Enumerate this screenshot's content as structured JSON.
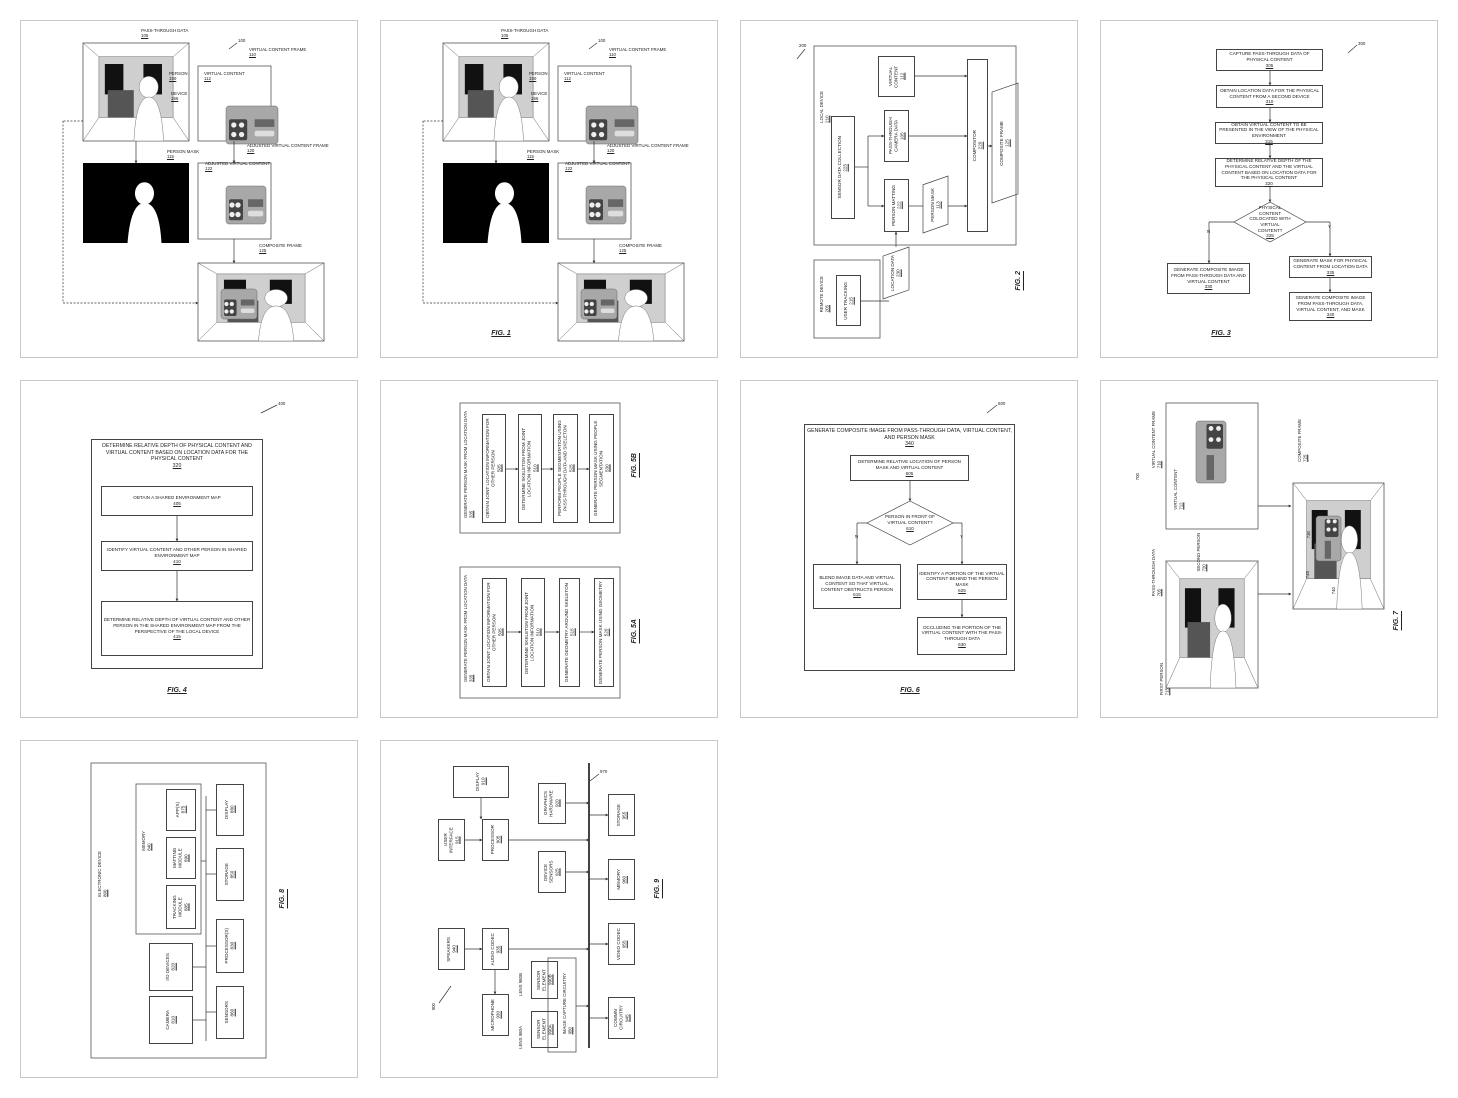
{
  "fig1a": {
    "ref": "100",
    "pass": {
      "text": "PASS-THROUGH DATA",
      "ref": "105"
    },
    "vcf": {
      "text": "VIRTUAL CONTENT FRAME",
      "ref": "110"
    },
    "person": {
      "text": "PERSON",
      "ref": "150"
    },
    "device": {
      "text": "DEVICE",
      "ref": "156"
    },
    "vc": {
      "text": "VIRTUAL CONTENT",
      "ref": "112"
    },
    "mask": {
      "text": "PERSON MASK",
      "ref": "115"
    },
    "avcf": {
      "text": "ADJUSTED VIRTUAL CONTENT FRAME",
      "ref": "120"
    },
    "avc": {
      "text": "ADJUSTED VIRTUAL CONTENT",
      "ref": "122"
    },
    "comp": {
      "text": "COMPOSITE FRAME",
      "ref": "125"
    }
  },
  "fig1b": {
    "ref": "100",
    "pass": {
      "text": "PASS-THROUGH DATA",
      "ref": "105"
    },
    "vcf": {
      "text": "VIRTUAL CONTENT FRAME",
      "ref": "110"
    },
    "person": {
      "text": "PERSON",
      "ref": "150"
    },
    "device": {
      "text": "DEVICE",
      "ref": "156"
    },
    "vc": {
      "text": "VIRTUAL CONTENT",
      "ref": "112"
    },
    "mask": {
      "text": "PERSON MASK",
      "ref": "115"
    },
    "avcf": {
      "text": "ADJUSTED VIRTUAL CONTENT FRAME",
      "ref": "120"
    },
    "avc": {
      "text": "ADJUSTED VIRTUAL CONTENT",
      "ref": "122"
    },
    "comp": {
      "text": "COMPOSITE FRAME",
      "ref": "125"
    },
    "fig": "FIG. 1"
  },
  "fig2": {
    "ref": "200",
    "local": {
      "text": "LOCAL DEVICE",
      "ref": "210"
    },
    "sensor": {
      "text": "SENSOR DATA COLLECTION",
      "ref": "225"
    },
    "matting": {
      "text": "PERSON MATTING",
      "ref": "222"
    },
    "passcam": {
      "text": "PASS-THROUGH CAMERA DATA",
      "ref": "105"
    },
    "vc": {
      "text": "VIRTUAL CONTENT",
      "ref": "112"
    },
    "mask": {
      "text": "PERSON MASK",
      "ref": "113"
    },
    "compositor": {
      "text": "COMPOSITOR",
      "ref": "220"
    },
    "composite": {
      "text": "COMPOSITE FRAME",
      "ref": "125"
    },
    "remote": {
      "text": "REMOTE DEVICE",
      "ref": "205"
    },
    "tracking": {
      "text": "USER TRACKING",
      "ref": "215"
    },
    "location": {
      "text": "LOCATION DATA",
      "ref": "230"
    },
    "fig": "FIG. 2"
  },
  "fig3": {
    "ref": "300",
    "s305": {
      "text": "CAPTURE PASS-THROUGH DATA OF PHYSICAL CONTENT",
      "ref": "305"
    },
    "s310": {
      "text": "OBTAIN LOCATION DATA FOR THE PHYSICAL CONTENT FROM A SECOND DEVICE",
      "ref": "310"
    },
    "s315": {
      "text": "OBTAIN VIRTUAL CONTENT TO BE PRESENTED IN THE VIEW OF THE PHYSICAL ENVIRONMENT",
      "ref": "315"
    },
    "s320": {
      "text": "DETERMINE RELATIVE DEPTH OF THE PHYSICAL CONTENT AND THE VIRTUAL CONTENT BASED ON LOCATION DATA FOR THE PHYSICAL CONTENT",
      "ref": "320"
    },
    "s325": {
      "text": "PHYSICAL CONTENT COLOCATED WITH VIRTUAL CONTENT?",
      "ref": "325"
    },
    "s330": {
      "text": "GENERATE COMPOSITE IMAGE FROM PASS-THROUGH DATA AND VIRTUAL CONTENT",
      "ref": "330"
    },
    "s335": {
      "text": "GENERATE MASK FOR PHYSICAL CONTENT FROM LOCATION DATA",
      "ref": "335"
    },
    "s340": {
      "text": "GENERATE COMPOSITE IMAGE FROM PASS-THROUGH DATA, VIRTUAL CONTENT, AND MASK",
      "ref": "340"
    },
    "no": "N",
    "yes": "Y",
    "fig": "FIG. 3"
  },
  "fig4": {
    "ref": "400",
    "s320": {
      "text": "DETERMINE RELATIVE DEPTH OF PHYSICAL CONTENT AND VIRTUAL CONTENT BASED ON LOCATION DATA FOR THE PHYSICAL CONTENT",
      "ref": "320"
    },
    "s405": {
      "text": "OBTAIN A SHARED ENVIRONMENT MAP",
      "ref": "405"
    },
    "s410": {
      "text": "IDENTIFY VIRTUAL CONTENT AND OTHER PERSON IN SHARED ENVIRONMENT MAP",
      "ref": "410"
    },
    "s415": {
      "text": "DETERMINE RELATIVE DEPTH OF VIRTUAL CONTENT AND OTHER PERSON IN THE SHARED ENVIRONMENT MAP FROM THE PERSPECTIVE OF THE LOCAL DEVICE",
      "ref": "415"
    },
    "fig": "FIG. 4"
  },
  "fig5": {
    "b": {
      "title": {
        "text": "GENERATE PERSON MASK FROM LOCATION DATA",
        "ref": "335"
      },
      "s505": {
        "text": "OBTAIN JOINT LOCATION INFORMATION FOR OTHER PERSON",
        "ref": "505"
      },
      "s510": {
        "text": "DETERMINE SKELETON FROM JOINT LOCATION INFORMATION",
        "ref": "510"
      },
      "s525": {
        "text": "PERFORM PEOPLE SEGMENTATION USING PASS-THROUGH DATA AND SKELETON",
        "ref": "525"
      },
      "s530": {
        "text": "GENERATE PERSON MASK USING PEOPLE SEGMENTATION",
        "ref": "530"
      },
      "fig": "FIG. 5B"
    },
    "a": {
      "title": {
        "text": "GENERATE PERSON MASK FROM LOCATION DATA",
        "ref": "335"
      },
      "s505": {
        "text": "OBTAIN JOINT LOCATION INFORMATION FOR OTHER PERSON",
        "ref": "505"
      },
      "s510": {
        "text": "DETERMINE SKELETON FROM JOINT LOCATION INFORMATION",
        "ref": "510"
      },
      "s515": {
        "text": "GENERATE GEOMETRY AROUND SKELETON",
        "ref": "515"
      },
      "s520": {
        "text": "GENERATE PERSON MASK USING GEOMETRY",
        "ref": "520"
      },
      "fig": "FIG. 5A"
    }
  },
  "fig6": {
    "ref": "600",
    "s340": {
      "text": "GENERATE COMPOSITE IMAGE FROM PASS-THROUGH DATA, VIRTUAL CONTENT, AND PERSON MASK",
      "ref": "340"
    },
    "s605": {
      "text": "DETERMINE RELATIVE LOCATION OF PERSON MASK AND VIRTUAL CONTENT",
      "ref": "605"
    },
    "s610": {
      "text": "PERSON IN FRONT OF VIRTUAL CONTENT?",
      "ref": "610"
    },
    "s615": {
      "text": "BLEND IMAGE DATA AND VIRTUAL CONTENT SO THAT VIRTUAL CONTENT OBSTRUCTS PERSON",
      "ref": "615"
    },
    "s625": {
      "text": "IDENTIFY A PORTION OF THE VIRTUAL CONTENT BEHIND THE PERSON MASK",
      "ref": "625"
    },
    "s630": {
      "text": "OCCLUDING THE PORTION OF THE VIRTUAL CONTENT WITH THE PASS-THROUGH DATA",
      "ref": "630"
    },
    "no": "N",
    "yes": "Y",
    "fig": "FIG. 6"
  },
  "fig7": {
    "ref": "700",
    "vcf": {
      "text": "VIRTUAL CONTENT FRAME",
      "ref": "710"
    },
    "vc": {
      "text": "VIRTUAL CONTENT",
      "ref": "712"
    },
    "comp": {
      "text": "COMPOSITE FRAME",
      "ref": "725"
    },
    "pass": {
      "text": "PASS-THROUGH DATA",
      "ref": "705"
    },
    "second": {
      "text": "SECOND PERSON",
      "ref": "720"
    },
    "first": {
      "text": "FIRST PERSON",
      "ref": "715"
    },
    "r730": "730",
    "r745": "745",
    "r740": "740",
    "fig": "FIG. 7"
  },
  "fig8": {
    "title": {
      "text": "ELECTRONIC DEVICE",
      "ref": "800"
    },
    "memory": {
      "text": "MEMORY",
      "ref": "840"
    },
    "apps": {
      "text": "APP(S)",
      "ref": "875"
    },
    "matting": {
      "text": "MATTING MODULE",
      "ref": "890"
    },
    "tracking": {
      "text": "TRACKING MODULE",
      "ref": "885"
    },
    "io": {
      "text": "I/O DEVICES",
      "ref": "820"
    },
    "camera": {
      "text": "CAMERA",
      "ref": "810"
    },
    "display": {
      "text": "DISPLAY",
      "ref": "880"
    },
    "storage": {
      "text": "STORAGE",
      "ref": "850"
    },
    "processors": {
      "text": "PROCESSOR(S)",
      "ref": "830"
    },
    "sensors": {
      "text": "SENSORS",
      "ref": "860"
    },
    "fig": "FIG. 8"
  },
  "fig9": {
    "ref": "900",
    "bus": "970",
    "display": {
      "text": "DISPLAY",
      "ref": "910"
    },
    "ui": {
      "text": "USER INTERFACE",
      "ref": "915"
    },
    "processor": {
      "text": "PROCESSOR",
      "ref": "905"
    },
    "graphics": {
      "text": "GRAPHICS HARDWARE",
      "ref": "920"
    },
    "storage": {
      "text": "STORAGE",
      "ref": "955"
    },
    "sensors": {
      "text": "DEVICE SENSORS",
      "ref": "925"
    },
    "memory": {
      "text": "MEMORY",
      "ref": "960"
    },
    "speakers": {
      "text": "SPEAKERS",
      "ref": "940"
    },
    "audio": {
      "text": "AUDIO CODEC",
      "ref": "935"
    },
    "video": {
      "text": "VIDEO CODEC",
      "ref": "955"
    },
    "mic": {
      "text": "MICROPHONE",
      "ref": "930"
    },
    "capture": {
      "text": "IMAGE CAPTURE CIRCUITRY",
      "ref": "950"
    },
    "s990b": {
      "text": "SENSOR ELEMENT",
      "ref": "990B"
    },
    "s990a": {
      "text": "SENSOR ELEMENT",
      "ref": "990A"
    },
    "lens_b": "LENS 980B",
    "lens_a": "LENS 980A",
    "comm": {
      "text": "COMMN CIRCUITRY",
      "ref": "945"
    },
    "fig": "FIG. 9"
  }
}
